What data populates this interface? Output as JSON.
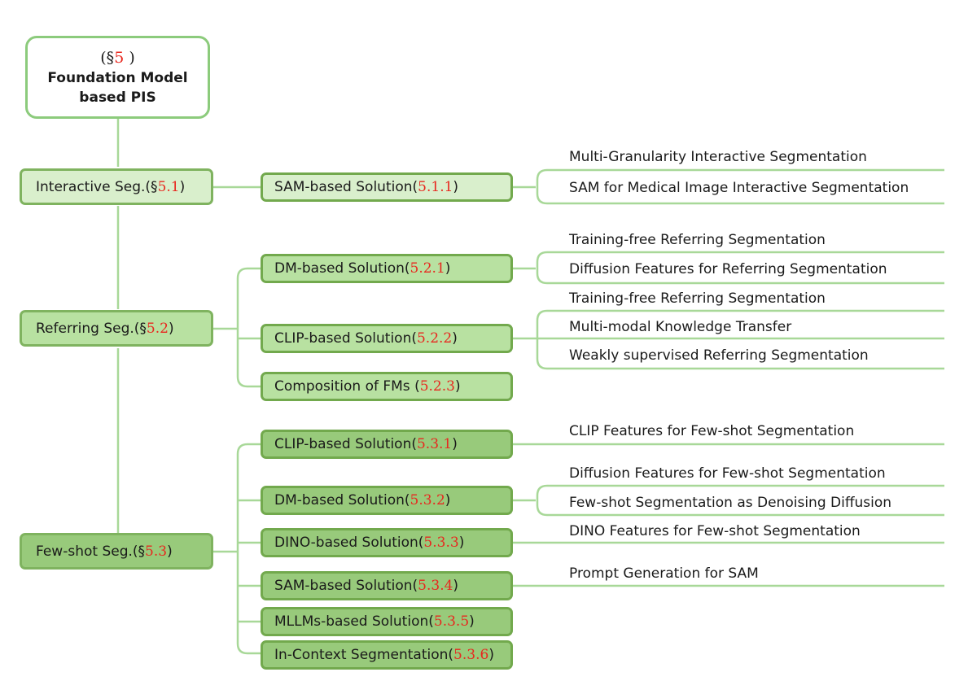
{
  "root": {
    "prefix": "(§",
    "num": "5",
    "suffix": " )",
    "line1": "Foundation Model",
    "line2": "based PIS"
  },
  "sections": [
    {
      "label": "Interactive Seg.(§",
      "num": "5.1",
      "suffix": " )"
    },
    {
      "label": "Referring Seg.(§",
      "num": "5.2",
      "suffix": " )"
    },
    {
      "label": "Few-shot Seg.(§",
      "num": "5.3",
      "suffix": " )"
    }
  ],
  "solutions": [
    {
      "label": "SAM-based Solution(",
      "num": "5.1.1",
      "suffix": " )"
    },
    {
      "label": "DM-based Solution(",
      "num": "5.2.1",
      "suffix": " )"
    },
    {
      "label": "CLIP-based Solution(",
      "num": "5.2.2",
      "suffix": " )"
    },
    {
      "label": "Composition of FMs (",
      "num": "5.2.3",
      "suffix": " )"
    },
    {
      "label": "CLIP-based Solution(",
      "num": "5.3.1",
      "suffix": " )"
    },
    {
      "label": "DM-based Solution(",
      "num": "5.3.2",
      "suffix": ")"
    },
    {
      "label": "DINO-based Solution(",
      "num": "5.3.3",
      "suffix": ")"
    },
    {
      "label": "SAM-based Solution(",
      "num": "5.3.4",
      "suffix": " )"
    },
    {
      "label": "MLLMs-based Solution(",
      "num": "5.3.5",
      "suffix": " )"
    },
    {
      "label": "In-Context Segmentation(",
      "num": "5.3.6",
      "suffix": ")"
    }
  ],
  "leaves": [
    "Multi-Granularity Interactive Segmentation",
    "SAM for Medical Image Interactive Segmentation",
    "Training-free Referring Segmentation",
    "Diffusion Features for Referring Segmentation",
    "Training-free Referring Segmentation",
    "Multi-modal Knowledge Transfer",
    "Weakly supervised Referring Segmentation",
    "CLIP Features for Few-shot Segmentation",
    "Diffusion Features for Few-shot Segmentation",
    "Few-shot Segmentation as Denoising Diffusion",
    "DINO Features for Few-shot Segmentation",
    "Prompt Generation for SAM"
  ],
  "colors": {
    "line": "#a8d898",
    "border": "#72a94d",
    "highlight": "#e8281f"
  }
}
